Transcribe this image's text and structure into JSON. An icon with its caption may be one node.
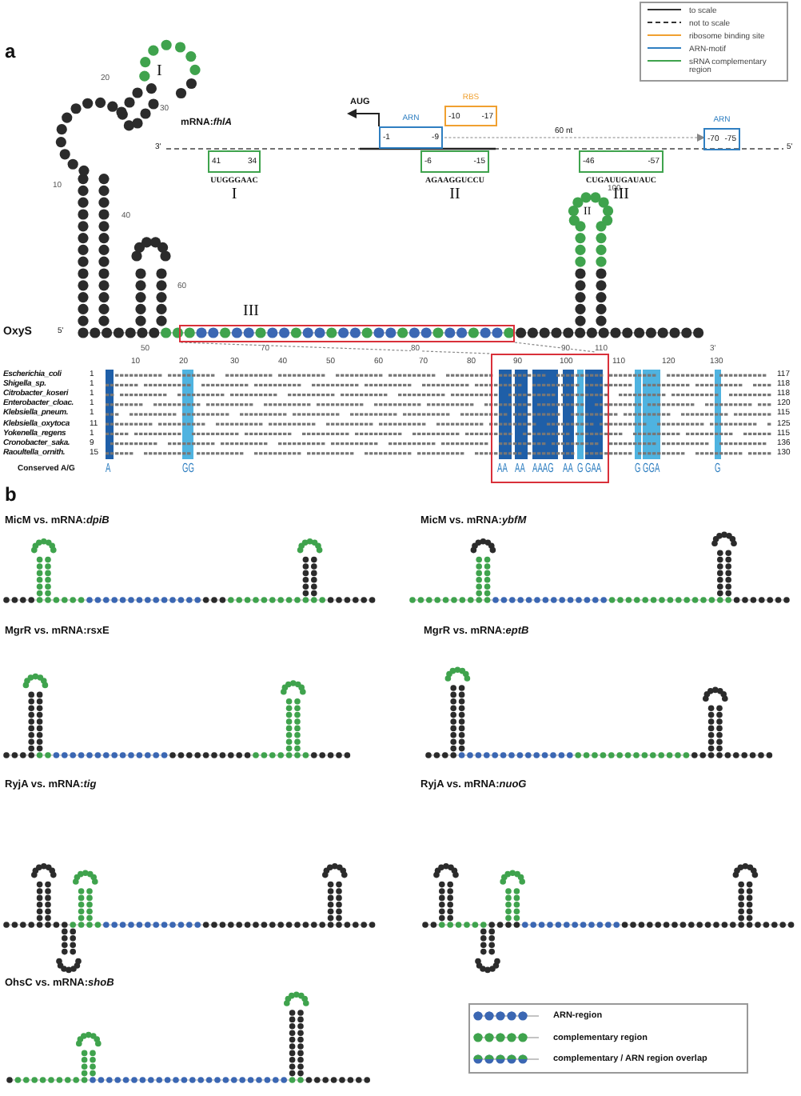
{
  "diagram": {
    "nodes": [
      {
        "text": [
          "ARN",
          "-1",
          "-9"
        ]
      },
      {
        "text": [
          "RBS",
          "-10",
          "-17"
        ]
      },
      {
        "text": [
          "ARN",
          "-70",
          "-75"
        ]
      },
      {
        "text": [
          "41",
          "34"
        ],
        "beside": [
          "UUGGGAAC",
          "I"
        ]
      },
      {
        "text": [
          "-6",
          "-15"
        ],
        "beside": [
          "AGAAGGUCCU",
          "II"
        ]
      },
      {
        "text": [
          "-46",
          "-57"
        ],
        "beside": [
          "CUGAUUGAUAUC",
          "III"
        ]
      },
      {
        "text": [
          "III"
        ]
      },
      {
        "text": [],
        "shape": "box"
      }
    ],
    "edges": [
      {
        "from": 0,
        "to": 2,
        "arrow": "to",
        "style": "dashed",
        "label": "60 nt"
      },
      {
        "from": 0,
        "to": null,
        "arrow": "to",
        "label": "AUG",
        "color": "#222222"
      },
      {
        "from": 6,
        "to": 7,
        "arrow": "none",
        "style": "dashed"
      },
      {
        "from": 6,
        "to": 7,
        "arrow": "none",
        "style": "dashed"
      }
    ],
    "labels": [
      "a",
      "mRNA:*fhlA*",
      "3'",
      "5'",
      "OxyS",
      "5'",
      "I",
      "II",
      "20",
      "30",
      "10",
      "40",
      "60",
      "100",
      "50",
      "70",
      "80",
      "90",
      "110",
      "3'",
      "10",
      "20",
      "30",
      "40",
      "50",
      "60",
      "70",
      "80",
      "90",
      "100",
      "110",
      "120",
      "130",
      "Escherichia_coli",
      "Shigella_sp.",
      "Citrobacter_koseri",
      "Enterobacter_cloac.",
      "Klebsiella_pneum.",
      "Klebsiella_oxytoca",
      "Yokenella_regens",
      "Cronobacter_saka.",
      "Raoultella_ornith.",
      "1",
      "1",
      "1",
      "1",
      "1",
      "11",
      "1",
      "9",
      "15",
      "117",
      "118",
      "118",
      "120",
      "115",
      "125",
      "115",
      "136",
      "130",
      "Conserved A/G",
      "A",
      "GG",
      "AA",
      "AA",
      "AAAG",
      "AA",
      "G",
      "GAA",
      "G",
      "GGA",
      "G",
      "b",
      "MicM vs. mRNA:*dpiB*",
      "MicM vs. mRNA:*ybfM*",
      "MgrR vs. mRNA:rsxE",
      "MgrR vs. mRNA:*eptB*",
      "RyjA vs. mRNA:*tig*",
      "RyjA vs. mRNA:*nuoG*",
      "OhsC vs. mRNA:*shoB*"
    ],
    "legend": [
      {
        "text": "to scale"
      },
      {
        "text": "not to scale"
      },
      {
        "text": "ribosome binding site"
      },
      {
        "text": "ARN-motif"
      },
      {
        "text": "sRNA complementary region"
      },
      {
        "text": "ARN-region"
      },
      {
        "text": "complementary region"
      },
      {
        "text": "complementary / ARN region overlap"
      }
    ]
  }
}
